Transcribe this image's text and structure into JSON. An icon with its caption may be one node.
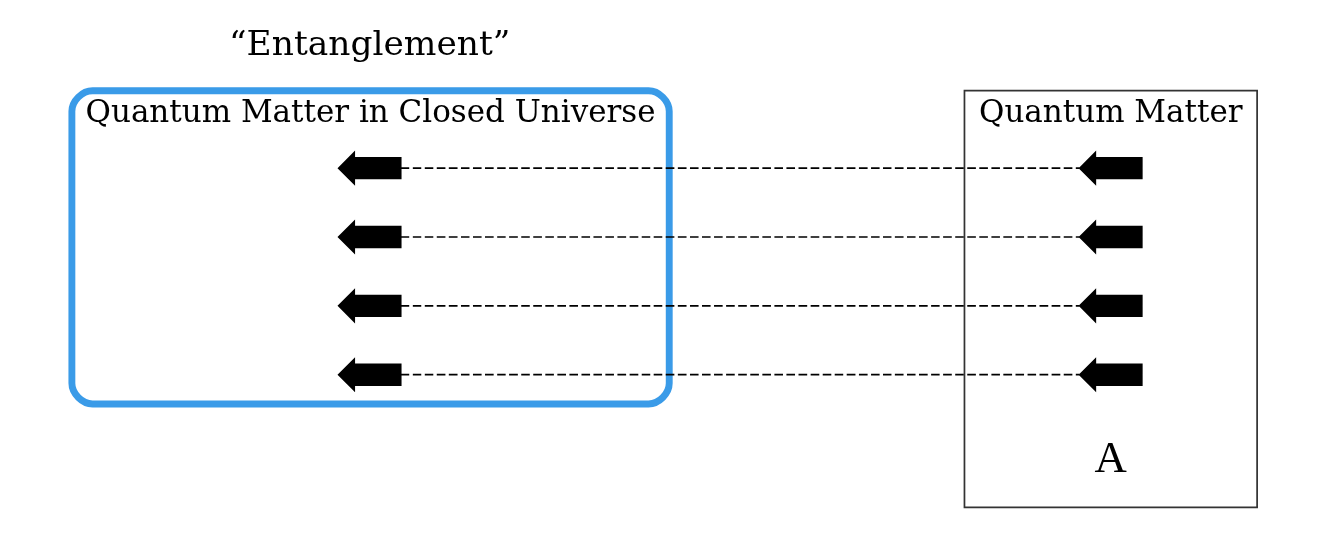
{
  "diagram": {
    "nodes": [
      {
        "text": [
          "Quantum Matter in Closed Universe"
        ]
      },
      {
        "text": [],
        "shape": "arrow",
        "in": 0
      },
      {
        "text": [],
        "shape": "arrow",
        "in": 0
      },
      {
        "text": [],
        "shape": "arrow",
        "in": 0
      },
      {
        "text": [],
        "shape": "arrow",
        "in": 0
      },
      {
        "text": [
          "Quantum Matter"
        ],
        "beside": [
          "A"
        ]
      },
      {
        "text": [],
        "shape": "arrow",
        "in": 5
      },
      {
        "text": [],
        "shape": "arrow",
        "in": 5
      },
      {
        "text": [],
        "shape": "arrow",
        "in": 5
      },
      {
        "text": [],
        "shape": "arrow",
        "in": 5
      }
    ],
    "edges": [
      {
        "from": 1,
        "to": 6,
        "arrow": "none",
        "style": "dashed"
      },
      {
        "from": 2,
        "to": 7,
        "arrow": "none",
        "style": "dashed"
      },
      {
        "from": 3,
        "to": 8,
        "arrow": "none",
        "style": "dashed"
      },
      {
        "from": 4,
        "to": 9,
        "arrow": "none",
        "style": "dashed"
      }
    ],
    "labels": [
      "“Entanglement”"
    ]
  }
}
